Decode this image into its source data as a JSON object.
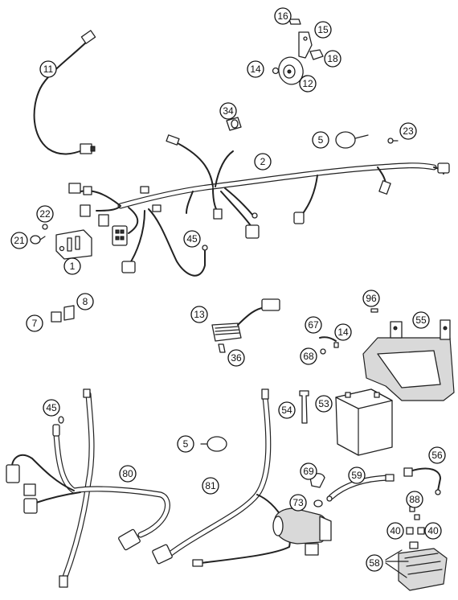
{
  "callouts": {
    "c1": "1",
    "c2": "2",
    "c5a": "5",
    "c5b": "5",
    "c7": "7",
    "c8": "8",
    "c11": "11",
    "c12": "12",
    "c13": "13",
    "c14a": "14",
    "c14b": "14",
    "c15": "15",
    "c16": "16",
    "c18": "18",
    "c21": "21",
    "c22": "22",
    "c23": "23",
    "c34": "34",
    "c36": "36",
    "c40a": "40",
    "c40b": "40",
    "c45a": "45",
    "c45b": "45",
    "c53": "53",
    "c54": "54",
    "c55": "55",
    "c56": "56",
    "c58": "58",
    "c59": "59",
    "c67": "67",
    "c68": "68",
    "c69": "69",
    "c73": "73",
    "c80": "80",
    "c81": "81",
    "c88": "88",
    "c96": "96"
  },
  "colors": {
    "line": "#222222",
    "background": "#ffffff",
    "fill_grey": "#d9d9d9"
  }
}
